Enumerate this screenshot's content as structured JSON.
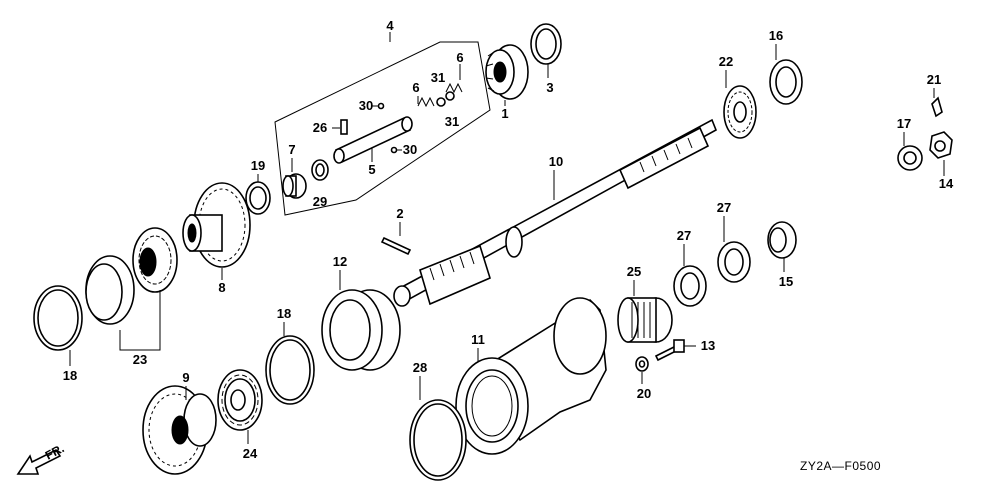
{
  "diagram": {
    "callouts": [
      "1",
      "2",
      "3",
      "4",
      "5",
      "6",
      "6",
      "7",
      "8",
      "9",
      "10",
      "11",
      "12",
      "13",
      "14",
      "15",
      "16",
      "17",
      "18",
      "18",
      "19",
      "20",
      "21",
      "22",
      "23",
      "24",
      "25",
      "26",
      "27",
      "27",
      "28",
      "29",
      "30",
      "30",
      "31",
      "31"
    ],
    "direction_label": "FR.",
    "figure_code": "ZY2A—F0500"
  }
}
